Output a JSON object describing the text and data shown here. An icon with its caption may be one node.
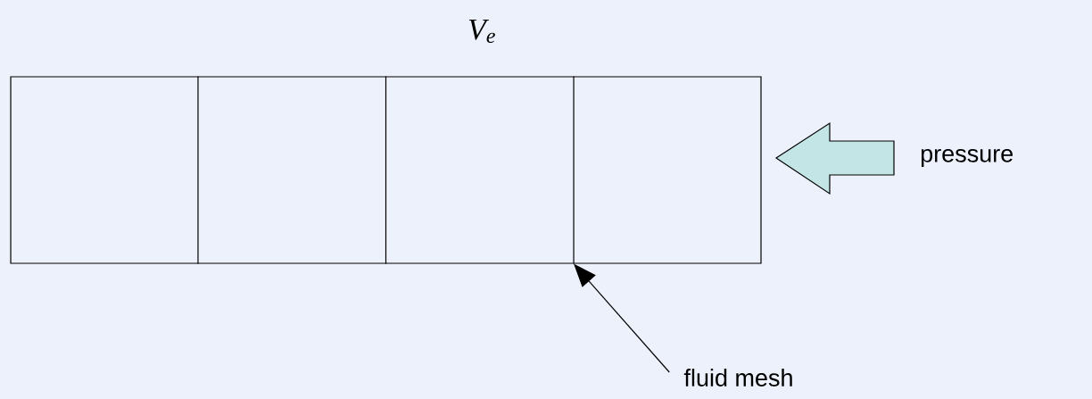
{
  "diagram": {
    "nodes": [
      {
        "text": [
          "fluid mesh"
        ]
      },
      {
        "text": [],
        "shape": "box"
      }
    ],
    "edges": [
      {
        "from": 0,
        "to": 1,
        "arrow": "to"
      }
    ],
    "labels": [
      "V$_{e}$",
      "pressure"
    ]
  }
}
